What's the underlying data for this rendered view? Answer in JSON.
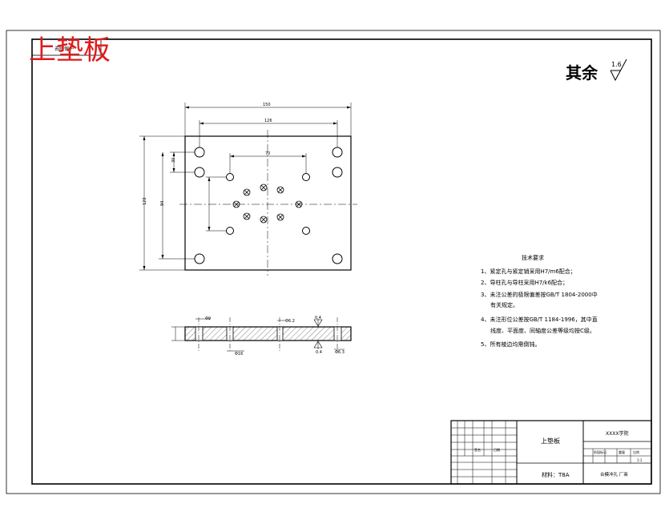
{
  "watermark": {
    "title": "上垫板",
    "tag": "去除保护"
  },
  "roughness": {
    "prefix": "其余",
    "value": "1.6"
  },
  "plan_view": {
    "dims": {
      "overall_width": "150",
      "hole_span": "126",
      "inner_span": "70",
      "height": "120",
      "left_short": "30",
      "left_long": "94"
    }
  },
  "section_view": {
    "dims": {
      "top_left": "Φ9",
      "top_mid": "Φ6.2",
      "top_right": "0.4",
      "bot_left": "Φ16",
      "bot_right": "Φ6.3",
      "bot_right_note": "0.4"
    }
  },
  "tech_requirements": {
    "heading": "技术要求",
    "items": [
      "1、紧定孔与紧定销采用H7/m6配合；",
      "2、导柱孔与导柱采用H7/k6配合；",
      "3、未注公差的极限偏差按GB/T 1804-2000中",
      "有关规定。",
      "4、未注形位公差按GB/T 1184-1996，其中直",
      "线度、平面度、同轴度公差等级均按C级。",
      "5、所有棱边均需倒钝。"
    ]
  },
  "title_block": {
    "part_name": "上垫板",
    "material": "材料：T8A",
    "company": "XXXX学院",
    "drawing_no": "合模冲孔  厂商",
    "scale": "1:1",
    "cells": {
      "sign": "签名",
      "date": "日期",
      "stage": "阶段标记",
      "weight": "重量",
      "ratio": "比例"
    }
  }
}
